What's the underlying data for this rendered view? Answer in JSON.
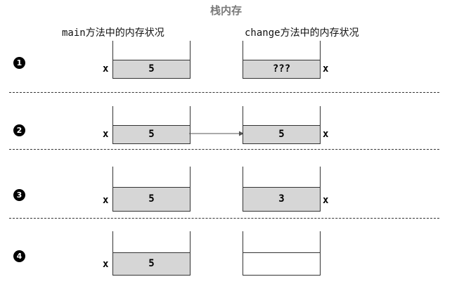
{
  "title": "栈内存",
  "columns": {
    "main": "main方法中的内存状况",
    "change": "change方法中的内存状况"
  },
  "steps": [
    {
      "badge": "1",
      "main": {
        "var": "x",
        "value": "5"
      },
      "change": {
        "var": "x",
        "value": "???"
      }
    },
    {
      "badge": "2",
      "main": {
        "var": "x",
        "value": "5"
      },
      "change": {
        "var": "x",
        "value": "5"
      },
      "arrow": "main-to-change"
    },
    {
      "badge": "3",
      "main": {
        "var": "x",
        "value": "5"
      },
      "change": {
        "var": "x",
        "value": "3"
      }
    },
    {
      "badge": "4",
      "main": {
        "var": "x",
        "value": "5"
      },
      "change": {
        "var": "",
        "value": ""
      }
    }
  ]
}
